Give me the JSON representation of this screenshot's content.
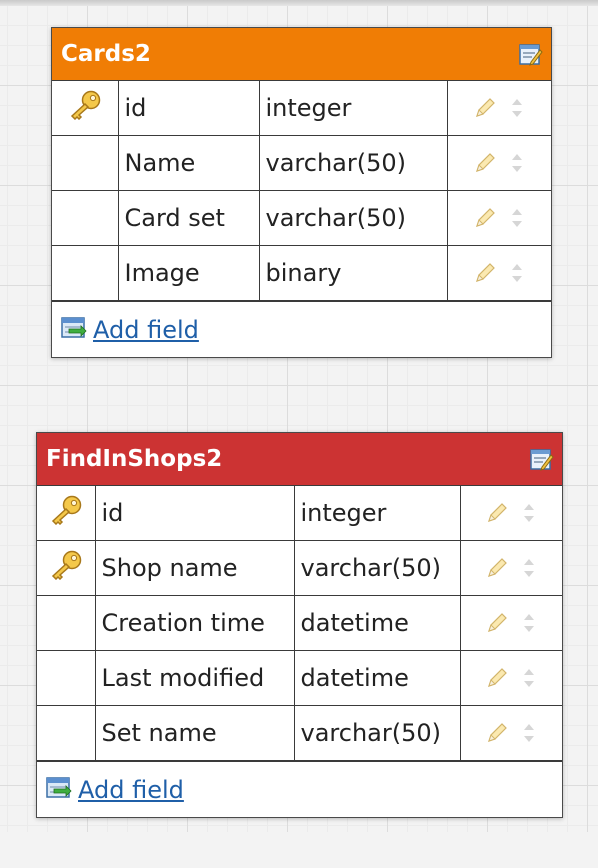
{
  "tables": [
    {
      "name": "Cards2",
      "header_color": "#f07d05",
      "fields": [
        {
          "key": true,
          "name": "id",
          "type": "integer"
        },
        {
          "key": false,
          "name": "Name",
          "type": "varchar(50)"
        },
        {
          "key": false,
          "name": "Card set",
          "type": "varchar(50)"
        },
        {
          "key": false,
          "name": "Image",
          "type": "binary"
        }
      ],
      "add_field_label": "Add field"
    },
    {
      "name": "FindInShops2",
      "header_color": "#cc3333",
      "fields": [
        {
          "key": true,
          "name": "id",
          "type": "integer"
        },
        {
          "key": true,
          "name": "Shop name",
          "type": "varchar(50)"
        },
        {
          "key": false,
          "name": "Creation time",
          "type": "datetime"
        },
        {
          "key": false,
          "name": "Last modified",
          "type": "datetime"
        },
        {
          "key": false,
          "name": "Set name",
          "type": "varchar(50)"
        }
      ],
      "add_field_label": "Add field"
    }
  ],
  "icons": {
    "key": "key-icon",
    "edit": "pencil-icon",
    "reorder": "up-down-arrows-icon",
    "table_edit": "edit-table-icon",
    "add_field": "add-field-icon"
  }
}
